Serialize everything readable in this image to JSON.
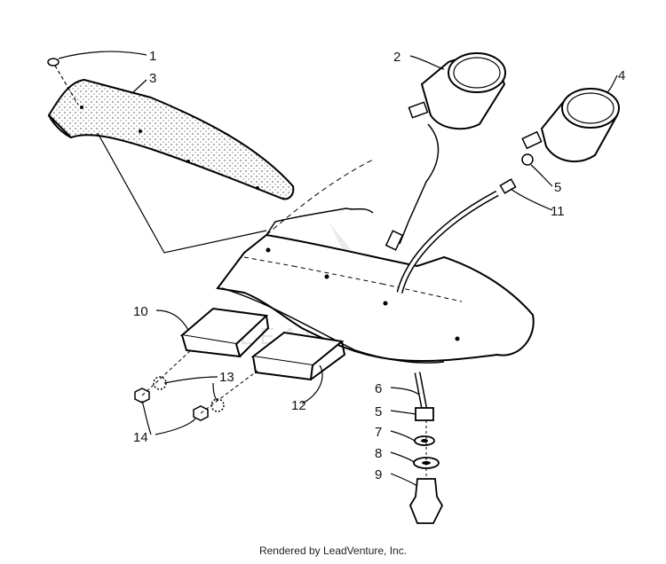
{
  "diagram": {
    "callouts": {
      "c1": "1",
      "c2": "2",
      "c3": "3",
      "c4": "4",
      "c5a": "5",
      "c5b": "5",
      "c6": "6",
      "c7": "7",
      "c8": "8",
      "c9": "9",
      "c10": "10",
      "c11": "11",
      "c12": "12",
      "c13": "13",
      "c14": "14"
    },
    "watermark": "LEADVENTURE"
  },
  "footer": {
    "credit": "Rendered by LeadVenture, Inc."
  }
}
